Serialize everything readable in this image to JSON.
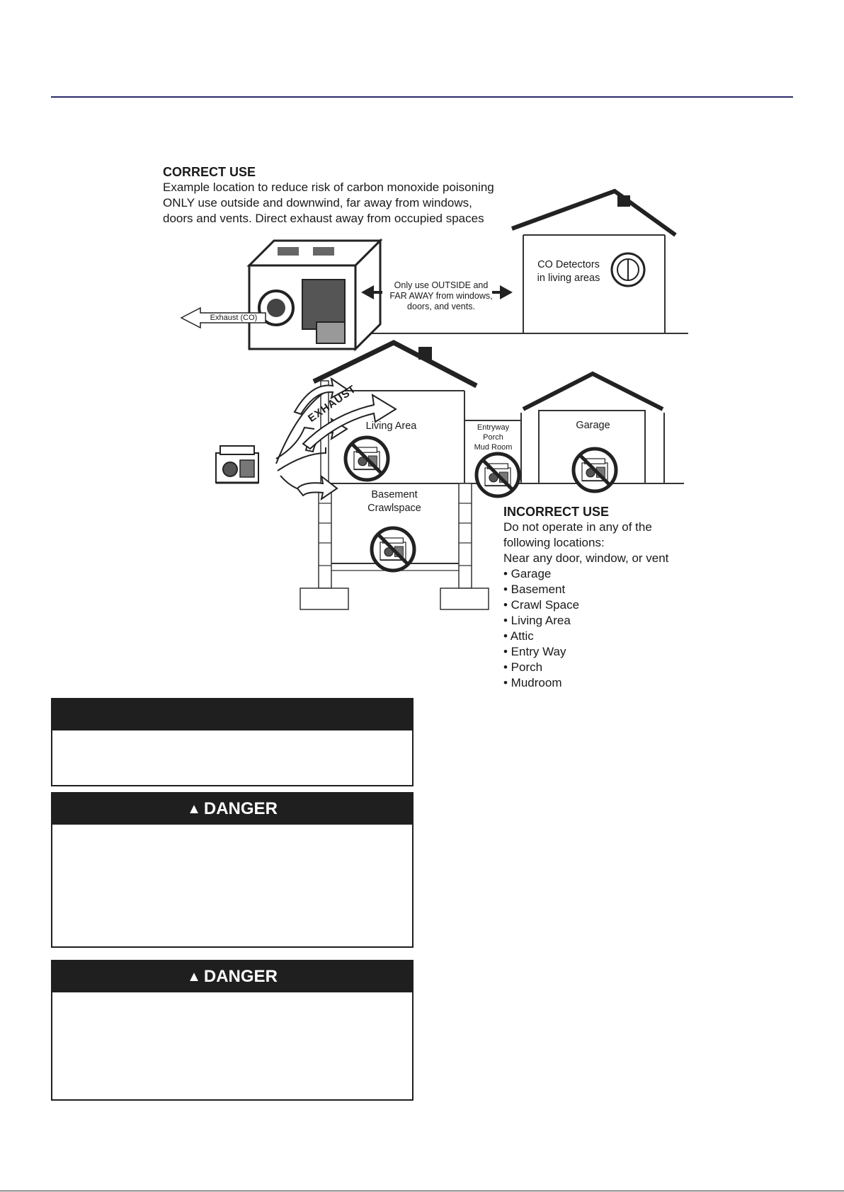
{
  "correct_use": {
    "heading": "CORRECT USE",
    "lines": [
      "Example location to reduce risk of carbon monoxide poisoning",
      "ONLY use outside and downwind, far away from windows,",
      "doors and vents. Direct exhaust away from occupied spaces"
    ],
    "distance_note": [
      "Only use OUTSIDE and",
      "FAR AWAY from windows,",
      "doors, and vents."
    ],
    "exhaust_label": "Exhaust (CO)",
    "detector_label": [
      "CO Detectors",
      "in living areas"
    ]
  },
  "incorrect_figure": {
    "exhaust_word": "EXHAUST",
    "living_area": "Living Area",
    "entryway": [
      "Entryway",
      "Porch",
      "Mud Room"
    ],
    "garage": "Garage",
    "basement": [
      "Basement",
      "Crawlspace"
    ]
  },
  "incorrect_use": {
    "heading": "INCORRECT USE",
    "lines": [
      "Do not operate in any of the",
      "following locations:",
      "Near any door, window, or vent",
      "• Garage",
      "• Basement",
      "• Crawl Space",
      "• Living Area",
      "• Attic",
      "• Entry Way",
      "• Porch",
      "• Mudroom"
    ]
  },
  "warning_boxes": [
    {
      "title": ""
    },
    {
      "title": "DANGER",
      "symbol": "▲"
    },
    {
      "title": "DANGER",
      "symbol": "▲"
    }
  ]
}
